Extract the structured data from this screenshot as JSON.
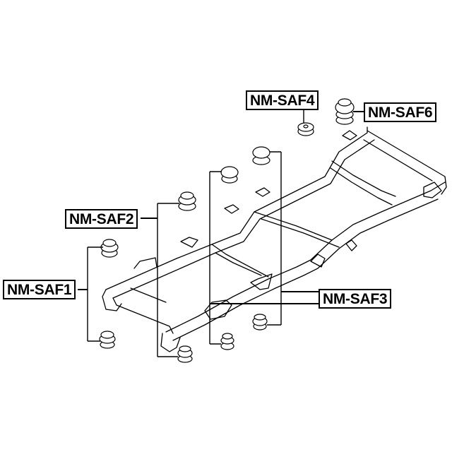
{
  "diagram": {
    "subject": "vehicle-chassis-frame-with-body-mount-bushings",
    "colors": {
      "line": "#000000",
      "background": "#ffffff",
      "label_border": "#000000"
    },
    "labels": [
      {
        "id": "saf1",
        "text": "NM-SAF1"
      },
      {
        "id": "saf2",
        "text": "NM-SAF2"
      },
      {
        "id": "saf3",
        "text": "NM-SAF3"
      },
      {
        "id": "saf4",
        "text": "NM-SAF4"
      },
      {
        "id": "saf6",
        "text": "NM-SAF6"
      }
    ]
  }
}
